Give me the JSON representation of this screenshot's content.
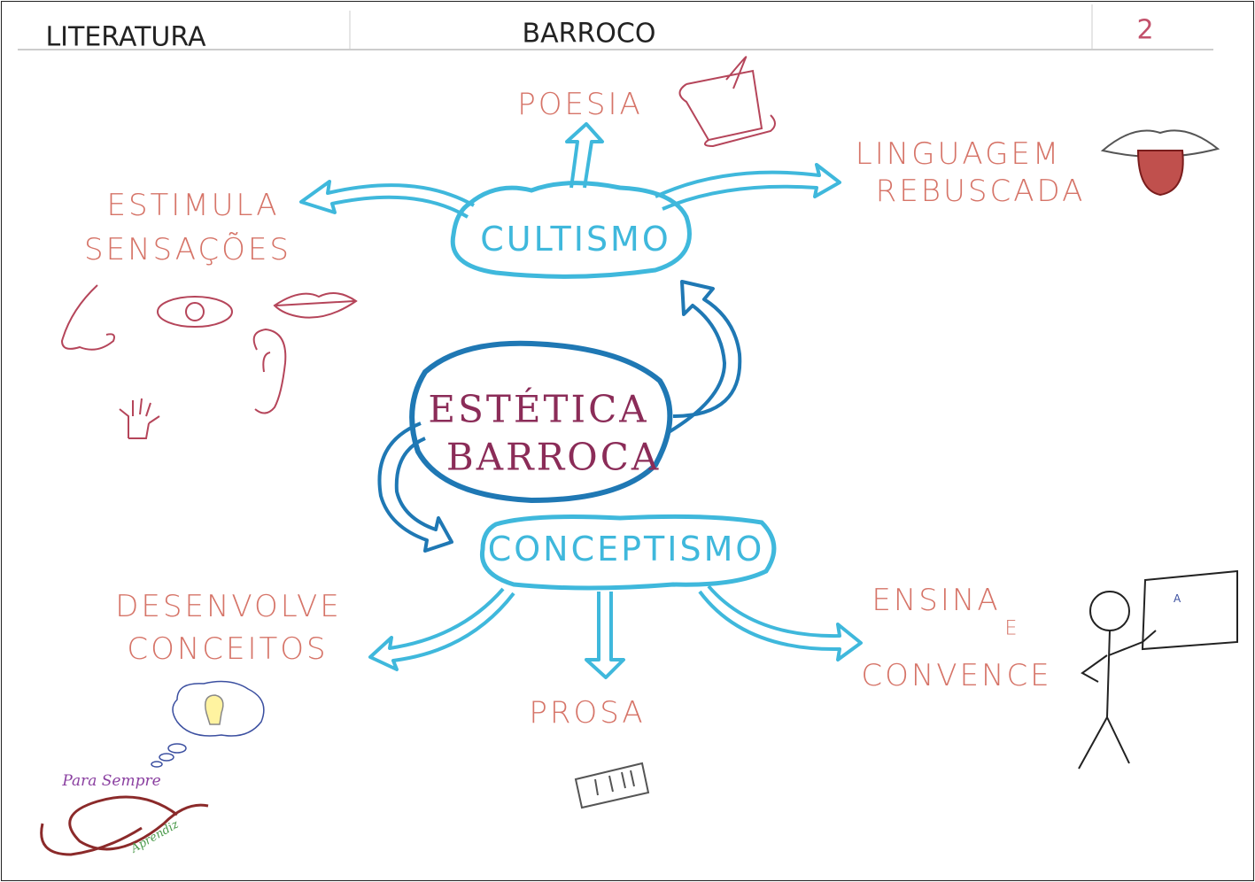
{
  "header": {
    "subject": "LITERATURA",
    "topic": "BARROCO",
    "page_number": "2"
  },
  "center": {
    "line1": "ESTÉTICA",
    "line2": "BARROCA"
  },
  "cultismo": {
    "label": "CULTISMO",
    "branches": {
      "poesia": "POESIA",
      "linguagem_line1": "LINGUAGEM",
      "linguagem_line2": "REBUSCADA",
      "estimula_line1": "ESTIMULA",
      "estimula_line2": "SENSAÇÕES"
    }
  },
  "conceptismo": {
    "label": "CONCEPTISMO",
    "branches": {
      "desenvolve_line1": "DESENVOLVE",
      "desenvolve_line2": "CONCEITOS",
      "prosa": "PROSA",
      "ensina_line1": "ENSINA",
      "ensina_line2": "E",
      "ensina_line3": "CONVENCE"
    }
  },
  "logo": {
    "line1": "Para Sempre",
    "line2": "Aprendiz"
  },
  "colors": {
    "salmon": "#d67468",
    "cyan": "#3fb8dc",
    "blue": "#1f78b4",
    "purple": "#8b2c58"
  }
}
